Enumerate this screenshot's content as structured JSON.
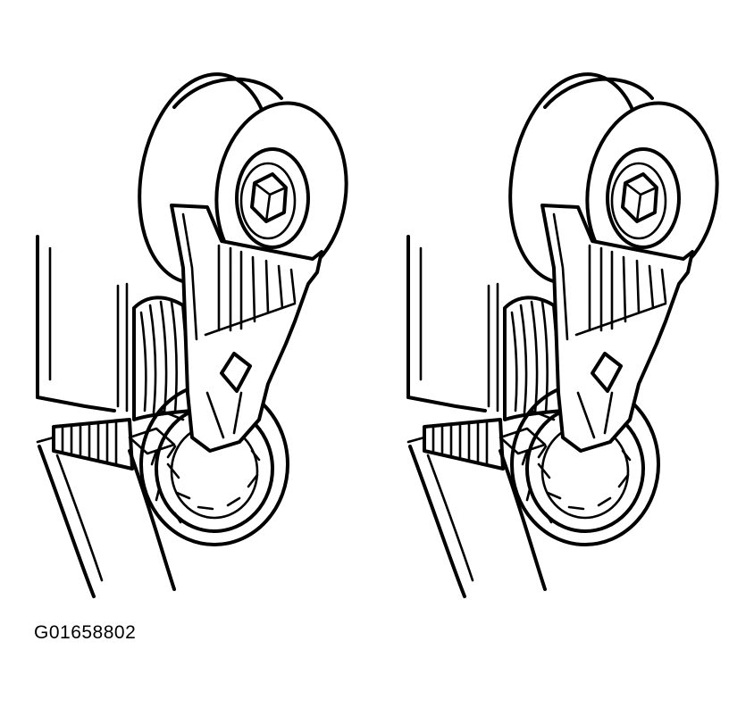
{
  "figure": {
    "id_label": "G01658802",
    "ink_color": "#000000",
    "background_color": "#ffffff",
    "views": [
      {
        "name": "tensioner-view-left"
      },
      {
        "name": "tensioner-view-right"
      }
    ]
  }
}
